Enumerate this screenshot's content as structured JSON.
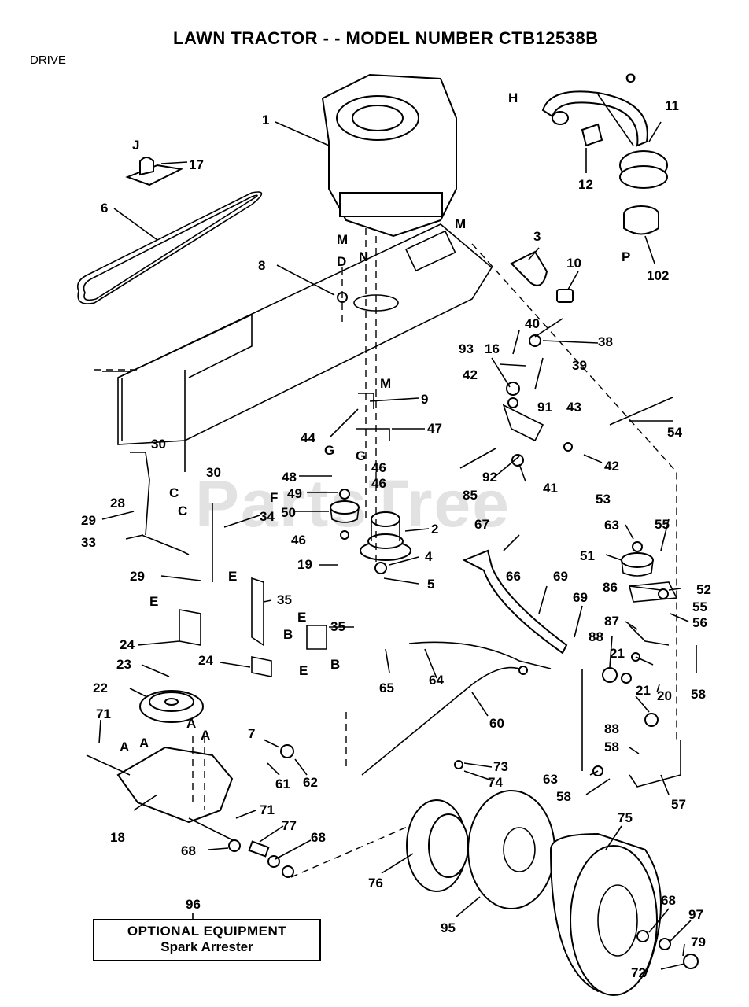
{
  "header": {
    "title": "LAWN TRACTOR - - MODEL NUMBER CTB12538B",
    "section": "DRIVE"
  },
  "watermark": "PartsTree",
  "optional_equipment": {
    "label_number": "96",
    "line1": "OPTIONAL EQUIPMENT",
    "line2": "Spark Arrester"
  },
  "callouts": [
    "1",
    "2",
    "3",
    "4",
    "5",
    "6",
    "7",
    "8",
    "9",
    "10",
    "11",
    "12",
    "16",
    "17",
    "18",
    "19",
    "20",
    "21",
    "22",
    "23",
    "24",
    "28",
    "29",
    "30",
    "33",
    "34",
    "35",
    "38",
    "39",
    "40",
    "41",
    "42",
    "43",
    "44",
    "46",
    "47",
    "48",
    "49",
    "50",
    "51",
    "52",
    "53",
    "54",
    "55",
    "56",
    "57",
    "58",
    "60",
    "61",
    "62",
    "63",
    "64",
    "65",
    "66",
    "67",
    "68",
    "69",
    "71",
    "72",
    "73",
    "74",
    "75",
    "76",
    "77",
    "79",
    "85",
    "86",
    "87",
    "88",
    "91",
    "92",
    "93",
    "95",
    "97",
    "102"
  ],
  "reference_letters": [
    "A",
    "B",
    "C",
    "D",
    "E",
    "F",
    "G",
    "H",
    "J",
    "M",
    "N",
    "O",
    "P"
  ]
}
